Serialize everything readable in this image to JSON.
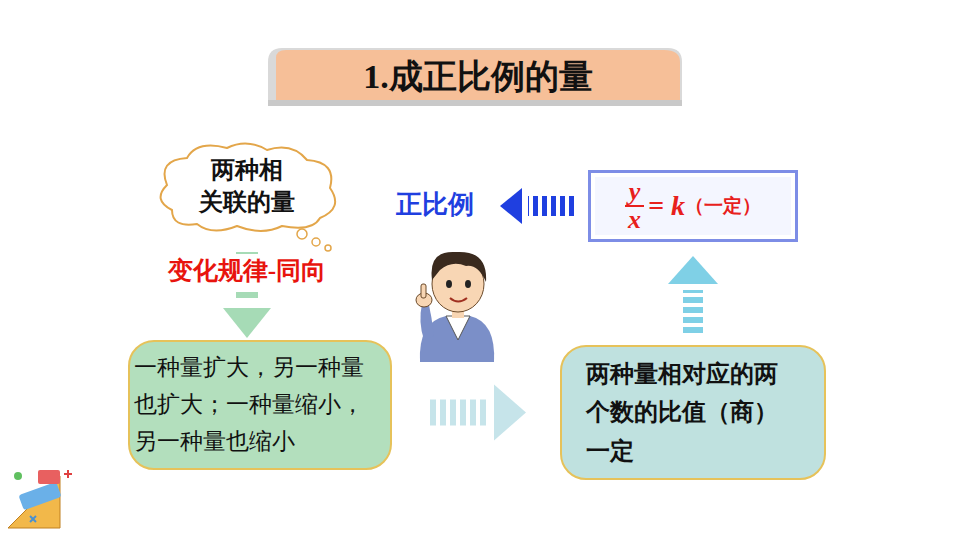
{
  "diagram": {
    "title": "1.成正比例的量",
    "nodes": [
      {
        "text": [
          "两种相 关联的量"
        ]
      },
      {
        "text": [
          "一种量扩大，另一种量也扩大；一种量缩小，另一种量也缩小"
        ]
      },
      {
        "text": [
          "两种量相对应的两个数的比值（商）一定"
        ]
      },
      {
        "text": [
          "y",
          "x",
          "= k",
          "（一定）"
        ]
      }
    ],
    "edges": [
      {
        "from": 0,
        "to": 1,
        "arrow": "to",
        "label": "变化规律-同向"
      },
      {
        "from": 1,
        "to": 2,
        "arrow": "to"
      },
      {
        "from": 2,
        "to": 3,
        "arrow": "to"
      }
    ],
    "labels": [
      "正比例"
    ]
  }
}
